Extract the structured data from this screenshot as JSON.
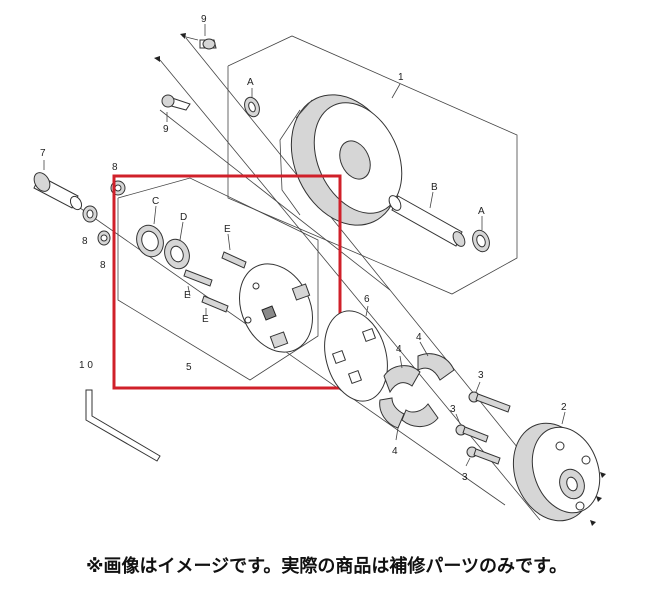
{
  "labels": {
    "l9a": "9",
    "l9b": "9",
    "l1": "1",
    "lA1": "A",
    "lA2": "A",
    "lB": "B",
    "l7": "7",
    "l8a": "8",
    "l8b": "8",
    "l8c": "8",
    "lC": "C",
    "lD": "D",
    "lE1": "E",
    "lE2": "E",
    "lE3": "E",
    "l5": "5",
    "l6": "6",
    "l4a": "4",
    "l4b": "4",
    "l4c": "4",
    "l3a": "3",
    "l3b": "3",
    "l3c": "3",
    "l2": "2",
    "l10": "1 0"
  },
  "caption": "※画像はイメージです。実際の商品は補修パーツのみです。",
  "colors": {
    "highlight_box": "#d0202a",
    "line": "#444444"
  }
}
